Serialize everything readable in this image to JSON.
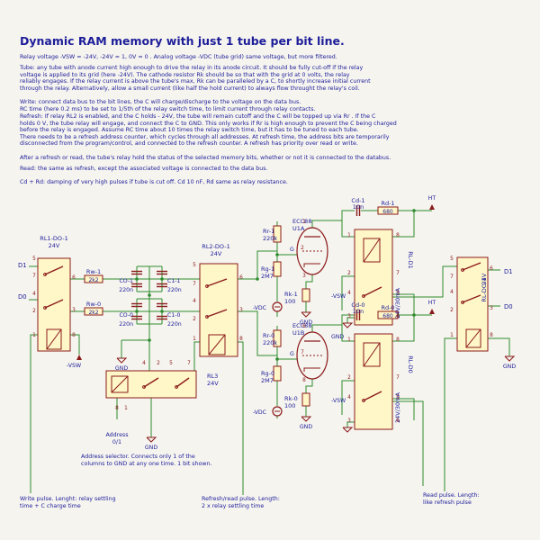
{
  "title": "Dynamic RAM memory with just 1 tube per bit line.",
  "paragraphs": [
    [
      "Relay voltage -VSW = -24V, -24V = 1, 0V = 0 . Analog voltage -VDC (tube grid) same voltage, but more filtered."
    ],
    [
      "Tube: any tube with anode current high enough to drive the relay in its anode circuit. It should be fully cut-off if the relay",
      "voltage is applied to its grid (here -24V). The cathode resistor Rk should be so that with the grid at 0 volts, the relay",
      "reliably engages. If the relay current is above the tube's max, Rk can be paralleled by a C, to shortly increase initial current",
      "through the relay. Alternatively, allow a small current (like half the hold current) to always flow throught the relay's coil."
    ],
    [
      "Write: connect data bus to the bit lines, the C will charge/discharge to the voltage on the data bus.",
      "RC time (here 0.2 ms) to be set to 1/5th of the relay switch time, to limit current through relay contacts."
    ],
    [
      "Refresh: If relay RL2 is enabled, and the C holds - 24V, the tube will remain cutoff and the C will be topped up via Rr . If the C",
      "holds 0 V, the tube relay will engage, and connect the C to GND. This only works if Rr is high enough to prevent the C being charged",
      "before the relay is engaged. Assume RC time about 10 times the relay switch time, but it has to be tuned to each tube.",
      "There needs to be a refresh address counter, which cycles through all addresses. At refresh time, the address bits are temporarily",
      "disconnected from the program/control, and connected to the refresh counter. A refresh has priority over read or write."
    ],
    [
      "After a refresh or read, the tube's relay hold the status of the selected memory bits, whether or not it is connected to the databus."
    ],
    [
      "Read: the same as refresh, except the associated voltage is connected to the data bus."
    ],
    [
      "Cd + Rd: damping of very high pulses if tube is cut off. Cd 10 nF, Rd same as relay resistance."
    ]
  ],
  "schematic": {
    "rl1": {
      "ref": "RL1-DO-1",
      "value": "24V"
    },
    "rl2": {
      "ref": "RL2-DO-1",
      "value": "24V"
    },
    "rl3": {
      "ref": "RL3",
      "value": "24V"
    },
    "rl_out": {
      "ref": "RL-DO-1",
      "value": "24V"
    },
    "rl_d1": {
      "ref": "RL-D1",
      "value": "24V/30mA"
    },
    "rl_d0": {
      "ref": "RL-D0",
      "value": "24V/30mA"
    },
    "u1a": {
      "ref": "U1A",
      "value": "ECC88"
    },
    "u1b": {
      "ref": "U1B",
      "value": "ECC88"
    },
    "rw1": {
      "ref": "Rw-1",
      "value": "2k2"
    },
    "rw0": {
      "ref": "Rw-0",
      "value": "2k2"
    },
    "co1": {
      "ref": "CO-1",
      "value": "220n"
    },
    "c11": {
      "ref": "C1-1",
      "value": "220n"
    },
    "co0": {
      "ref": "CO-0",
      "value": "220n"
    },
    "c10": {
      "ref": "C1-0",
      "value": "220n"
    },
    "rr1": {
      "ref": "Rr-1",
      "value": "220k"
    },
    "rr0": {
      "ref": "Rr-0",
      "value": "220k"
    },
    "rg1": {
      "ref": "Rg-1",
      "value": "2M7"
    },
    "rg0": {
      "ref": "Rg-0",
      "value": "2M7"
    },
    "rk1": {
      "ref": "Rk-1",
      "value": "100"
    },
    "rk0": {
      "ref": "Rk-0",
      "value": "100"
    },
    "cd1": {
      "ref": "Cd-1",
      "value": "10n"
    },
    "cd0": {
      "ref": "Cd-0",
      "value": "10n"
    },
    "rd1": {
      "ref": "Rd-1",
      "value": "680"
    },
    "rd0": {
      "ref": "Rd-0",
      "value": "680"
    },
    "d1": "D1",
    "d0": "D0",
    "ht": "HT",
    "gnd": "GND",
    "vsw": "-VSW",
    "vdc": "-VDC",
    "g": "G",
    "address_label": [
      "Address",
      "0/1"
    ],
    "address_note": [
      "Address selector. Connects only 1 of the",
      "columns to GND at any one time. 1 bit shown."
    ],
    "write_note": [
      "Write pulse. Lenght: relay settling",
      "time + C charge time"
    ],
    "refresh_note": [
      "Refresh/read pulse. Length:",
      "2 x relay settling time"
    ],
    "read_note": [
      "Read pulse. Length:",
      "like refresh pulse"
    ],
    "colors": {
      "wire": "#2e8b2e",
      "body": "#8b1a1a",
      "fill": "#fff7c8",
      "text": "#1d1d99",
      "pin": "#8b1a1a",
      "ref": "#008080"
    }
  }
}
